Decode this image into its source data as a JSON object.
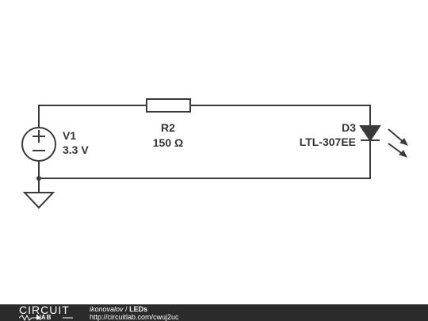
{
  "components": {
    "v1": {
      "name": "V1",
      "value": "3.3 V"
    },
    "r2": {
      "name": "R2",
      "value": "150 Ω"
    },
    "d3": {
      "name": "D3",
      "value": "LTL-307EE"
    }
  },
  "footer": {
    "logo_top": "CIRCUIT",
    "logo_bottom": "LAB",
    "author": "ikonovalov",
    "separator": "/",
    "title": "LEDs",
    "url": "http://circuitlab.com/cwuj2uc"
  }
}
